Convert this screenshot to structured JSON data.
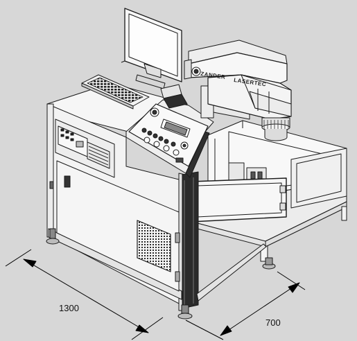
{
  "dimensions": {
    "length": "1300",
    "width": "700"
  },
  "machine_head": {
    "brand_left": "ZANDER",
    "brand_right": "LASERTEC"
  },
  "colors": {
    "background": "#d7d7d7",
    "line": "#1a1a1a",
    "panel_fill": "#f4f4f4",
    "vent_fill": "#333333"
  }
}
